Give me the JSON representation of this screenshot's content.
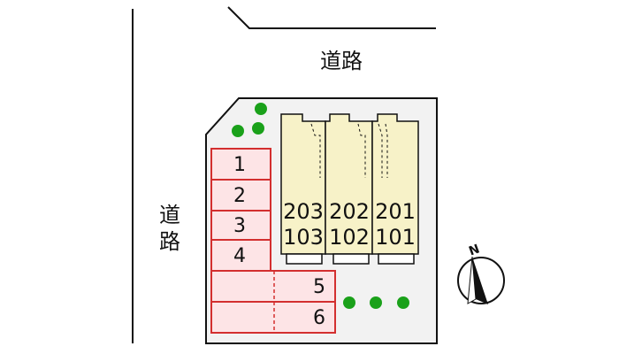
{
  "roads": {
    "top_label": "道路",
    "left_label_1": "道",
    "left_label_2": "路"
  },
  "units": [
    {
      "upper": "203",
      "lower": "103"
    },
    {
      "upper": "202",
      "lower": "102"
    },
    {
      "upper": "201",
      "lower": "101"
    }
  ],
  "parking": {
    "spaces": [
      "1",
      "2",
      "3",
      "4",
      "5",
      "6"
    ]
  },
  "compass": {
    "north_label": "N"
  },
  "colors": {
    "lot_fill": "#f2f2f2",
    "building_fill": "#f7f2c8",
    "parking_stroke": "#d32f2f",
    "parking_fill": "#fde4e6",
    "tree": "#1aa11a"
  }
}
